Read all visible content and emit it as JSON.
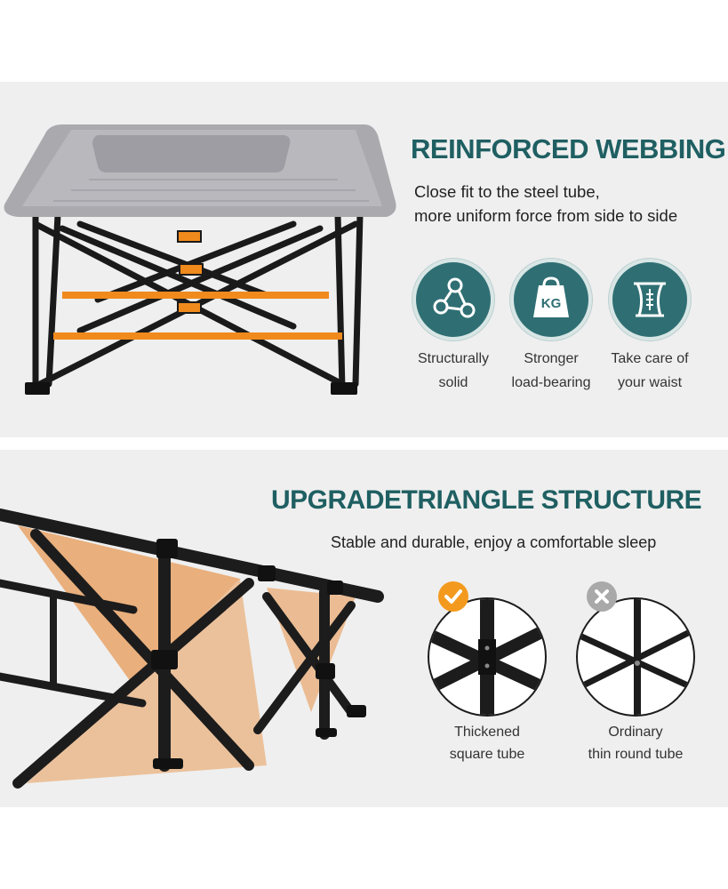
{
  "top_section": {
    "title": "REINFORCED WEBBING",
    "subtitle_line1": "Close fit to the steel tube,",
    "subtitle_line2": "more uniform force from side to side",
    "features": [
      {
        "icon": "molecule-icon",
        "line1": "Structurally",
        "line2": "solid"
      },
      {
        "icon": "kg-weight-icon",
        "line1": "Stronger",
        "line2": "load-bearing",
        "badge_text": "KG"
      },
      {
        "icon": "waist-icon",
        "line1": "Take care of",
        "line2": "your waist"
      }
    ]
  },
  "bottom_section": {
    "title": "UPGRADETRIANGLE STRUCTURE",
    "subtitle": "Stable and durable, enjoy a comfortable sleep",
    "comparisons": [
      {
        "status": "check-icon",
        "line1": "Thickened",
        "line2": "square tube"
      },
      {
        "status": "cross-icon",
        "line1": "Ordinary",
        "line2": "thin round tube"
      }
    ]
  },
  "colors": {
    "heading": "#1f5f62",
    "badge": "#2f6f73",
    "accent_orange": "#f39a1e",
    "panel": "#efefef",
    "frame": "#1c1c1c"
  }
}
